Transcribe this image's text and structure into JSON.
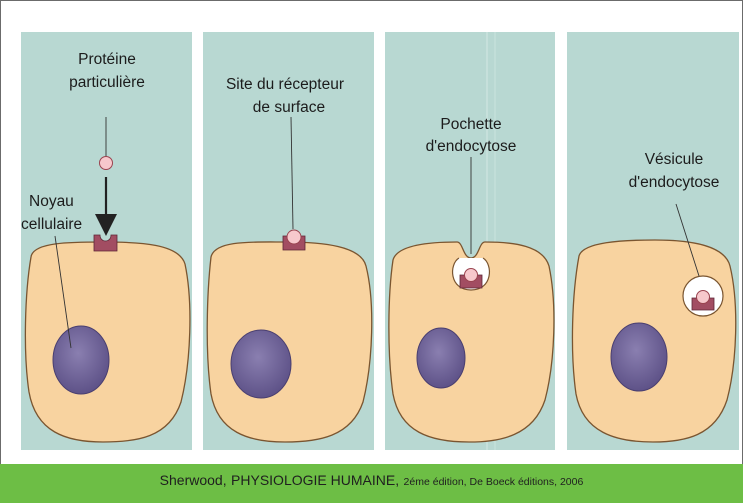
{
  "labels": {
    "protein_line1": "Protéine",
    "protein_line2": "particulière",
    "nucleus_line1": "Noyau",
    "nucleus_line2": "cellulaire",
    "receptor_line1": "Site du récepteur",
    "receptor_line2": "de surface",
    "pocket_line1": "Pochette",
    "pocket_line2": "d'endocytose",
    "vesicle_line1": "Vésicule",
    "vesicle_line2": "d'endocytose"
  },
  "caption": {
    "author": "Sherwood,",
    "title": "PHYSIOLOGIE HUMAINE,",
    "details": "2éme édition, De Boeck éditions, 2006"
  },
  "colors": {
    "panel_bg": "#b8d8d2",
    "cell_fill": "#f8d3a0",
    "cell_stroke": "#7a5530",
    "nucleus_fill": "#6f6398",
    "receptor_fill": "#a24d62",
    "protein_fill": "#f7c8cc",
    "caption_bar": "#6dbe45"
  }
}
